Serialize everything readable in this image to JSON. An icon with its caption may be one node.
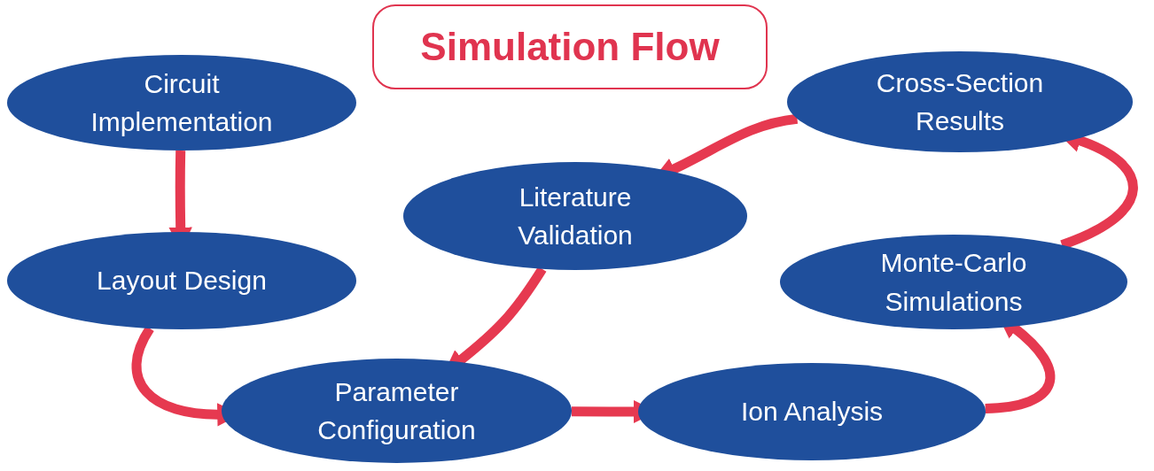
{
  "diagram": {
    "title": "Simulation Flow",
    "nodes": [
      {
        "text": [
          "Circuit Implementation"
        ]
      },
      {
        "text": [
          "Layout Design"
        ]
      },
      {
        "text": [
          "Parameter Configuration"
        ]
      },
      {
        "text": [
          "Ion Analysis"
        ]
      },
      {
        "text": [
          "Monte-Carlo Simulations"
        ]
      },
      {
        "text": [
          "Cross-Section Results"
        ]
      },
      {
        "text": [
          "Literature Validation"
        ]
      }
    ],
    "edges": [
      {
        "from": 0,
        "to": 1,
        "arrow": "to"
      },
      {
        "from": 1,
        "to": 2,
        "arrow": "to"
      },
      {
        "from": 2,
        "to": 3,
        "arrow": "to"
      },
      {
        "from": 3,
        "to": 4,
        "arrow": "to"
      },
      {
        "from": 4,
        "to": 5,
        "arrow": "to"
      },
      {
        "from": 5,
        "to": 6,
        "arrow": "to"
      },
      {
        "from": 6,
        "to": 2,
        "arrow": "to"
      }
    ]
  }
}
